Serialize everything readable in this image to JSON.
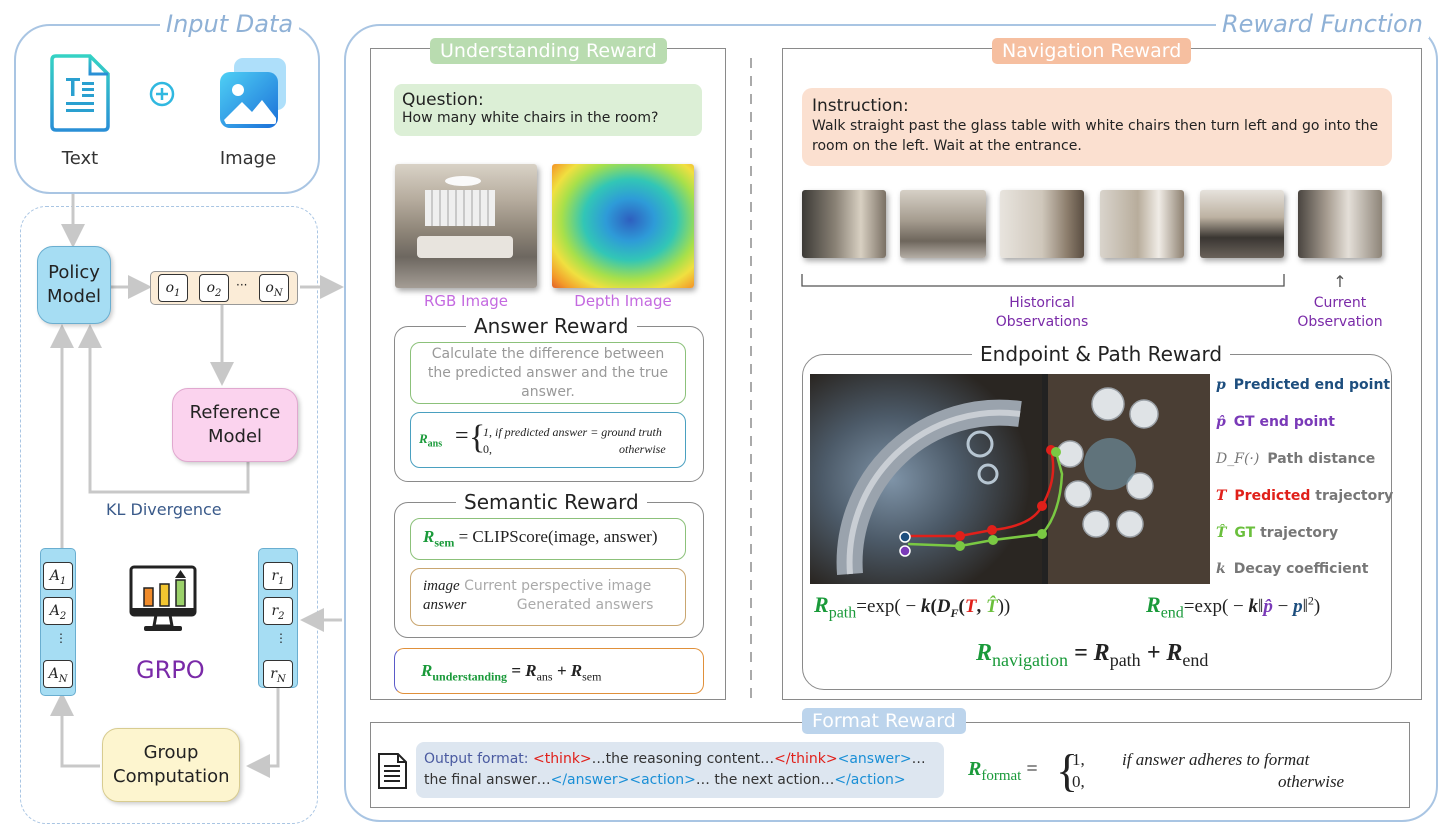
{
  "input_panel": {
    "title": "Input Data",
    "text_label": "Text",
    "image_label": "Image"
  },
  "training": {
    "policy_model": "Policy Model",
    "outputs": [
      "o1",
      "o2",
      "oN"
    ],
    "outputs_dots": "···",
    "reference_model": "Reference Model",
    "kl_label": "KL Divergence",
    "advantages": [
      "A1",
      "A2",
      "AN"
    ],
    "rewards": [
      "r1",
      "r2",
      "rN"
    ],
    "vdots": "⋮",
    "grpo_label": "GRPO",
    "group_computation": "Group Computation"
  },
  "reward_panel": {
    "title": "Reward Function"
  },
  "understanding": {
    "pill": "Understanding Reward",
    "question_title": "Question:",
    "question_text": "How many white chairs in the room?",
    "rgb_caption": "RGB Image",
    "depth_caption": "Depth Image",
    "answer_reward_title": "Answer Reward",
    "answer_desc": "Calculate the difference between the predicted answer and the true answer.",
    "r_ans_lhs": "R",
    "r_ans_sub": "ans",
    "r_ans_case1": "1, if predicted answer = ground truth",
    "r_ans_case0": "0,",
    "r_ans_otherwise": "otherwise",
    "semantic_title": "Semantic Reward",
    "r_sem_sub": "sem",
    "r_sem_rhs": "= CLIPScore(image, answer)",
    "image_term": "image",
    "image_desc": "Current perspective image",
    "answer_term": "answer",
    "answer_term_desc": "Generated answers",
    "r_und_sub": "understanding",
    "r_und_rhs": "= R",
    "r_und_rhs_sub1": "ans",
    "r_und_plus": " + R",
    "r_und_rhs_sub2": "sem"
  },
  "navigation": {
    "pill": "Navigation Reward",
    "instruction_title": "Instruction:",
    "instruction_text": "Walk straight past the glass table with white chairs then turn left and go into the room on the left. Wait at the entrance.",
    "historical_label": "Historical Observations",
    "current_label": "Current Observation",
    "arrow": "↑",
    "endpoint_title": "Endpoint & Path Reward",
    "legend": [
      {
        "sym": "p",
        "text": "Predicted end point",
        "color": "#1d4e7e"
      },
      {
        "sym": "p̂",
        "text": "GT end point",
        "color": "#7a3ab8"
      },
      {
        "sym": "D_F(·)",
        "text": "Path distance",
        "color": "#777777"
      },
      {
        "sym": "T",
        "text": "Predicted",
        "text2": "trajectory",
        "color": "#e0201a"
      },
      {
        "sym": "T̂",
        "text": "GT",
        "text2": "trajectory",
        "color": "#6abf3c"
      },
      {
        "sym": "k",
        "text": "Decay coefficient",
        "color": "#777777"
      }
    ],
    "r_path_sub": "path",
    "r_path_rhs1": "=exp( − ",
    "r_path_k": "k",
    "r_path_open": "(",
    "r_path_D": "D",
    "r_path_F": "F",
    "r_path_T": "T",
    "r_path_comma": ", ",
    "r_path_That": "T̂",
    "r_path_close": "))",
    "r_end_sub": "end",
    "r_end_rhs1": "=exp( − ",
    "r_end_k": "k",
    "r_end_norm_open": "‖",
    "r_end_phat": "p̂",
    "r_end_minus": " − ",
    "r_end_p": "p",
    "r_end_norm_close": "‖",
    "r_end_sq": "2",
    "r_end_close": ")",
    "r_nav_sub": "navigation",
    "r_nav_eq": " = R",
    "r_nav_sub1": "path",
    "r_nav_plus": " + R",
    "r_nav_sub2": "end"
  },
  "format": {
    "pill": "Format Reward",
    "output_prefix": "Output format: ",
    "think_open": "<think>",
    "reasoning": "…the reasoning content…",
    "think_close": "</think>",
    "answer_open": "<answer>",
    "answer_text": "… the final answer…",
    "answer_close": "</answer>",
    "action_open": "<action>",
    "action_text": "… the next action…",
    "action_close": "</action>",
    "r_format_sub": "format",
    "case1_val": "1,",
    "case1_cond": "if answer adheres to format",
    "case0_val": "0,",
    "case0_cond": "otherwise"
  },
  "colors": {
    "panel_border": "#a9c5e3",
    "accent_green": "#1a9a3a",
    "policy_box": "#a6ddf3",
    "reference_box": "#fbd3ee",
    "group_box": "#fdf5cf",
    "grpo": "#7a2aa8",
    "pred_traj": "#e0201a",
    "gt_traj": "#7ac943"
  }
}
